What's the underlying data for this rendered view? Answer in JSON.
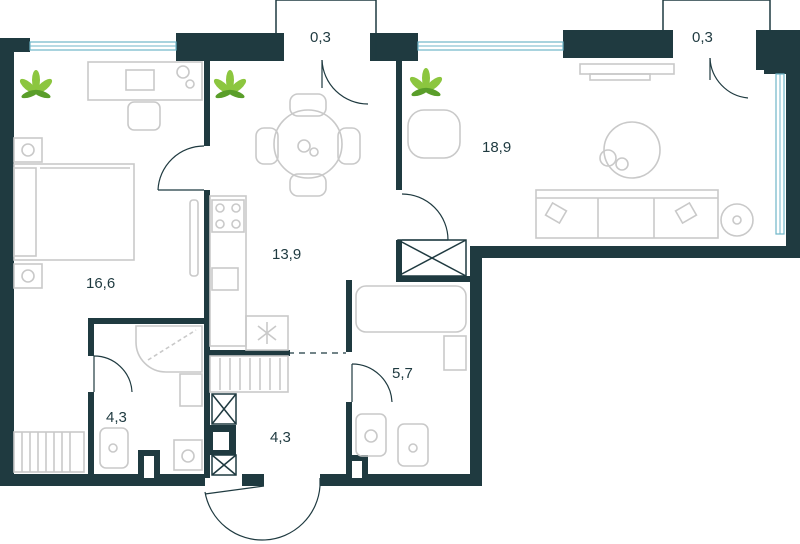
{
  "rooms": [
    {
      "id": "bedroom",
      "area": "16,6"
    },
    {
      "id": "kitchen-dining",
      "area": "13,9"
    },
    {
      "id": "living-room",
      "area": "18,9"
    },
    {
      "id": "bathroom-left",
      "area": "4,3"
    },
    {
      "id": "hall",
      "area": "4,3"
    },
    {
      "id": "bathroom-right",
      "area": "5,7"
    },
    {
      "id": "balcony-left",
      "area": "0,3"
    },
    {
      "id": "balcony-right",
      "area": "0,3"
    }
  ],
  "colors": {
    "wall": "#1f3a40",
    "furniture": "#c9c9c9",
    "glass": "#6fb6c8",
    "plant": "#8cc63f"
  }
}
